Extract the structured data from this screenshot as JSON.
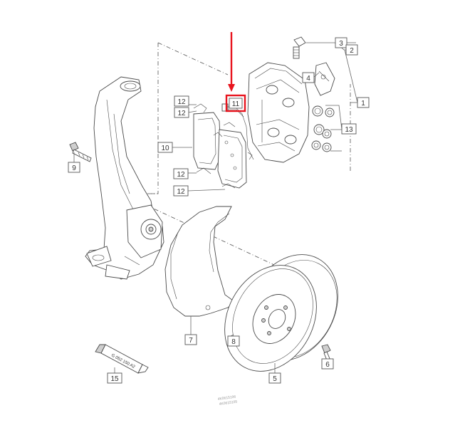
{
  "callouts": {
    "c1": "1",
    "c2": "2",
    "c3": "3",
    "c4": "4",
    "c5": "5",
    "c6": "6",
    "c7": "7",
    "c8": "8",
    "c9": "9",
    "c10": "10",
    "c11": "11",
    "c12a": "12",
    "c12b": "12",
    "c12c": "12",
    "c12d": "12",
    "c13": "13",
    "c15": "15"
  },
  "highlight": {
    "callout": "11",
    "color": "#e8141e"
  },
  "arrow_color": "#e8141e",
  "tube_label": "G 052 150 A2",
  "watermark": [
    "4K0615106",
    "4K0615105"
  ],
  "icons": [
    "arrow-down-icon"
  ]
}
